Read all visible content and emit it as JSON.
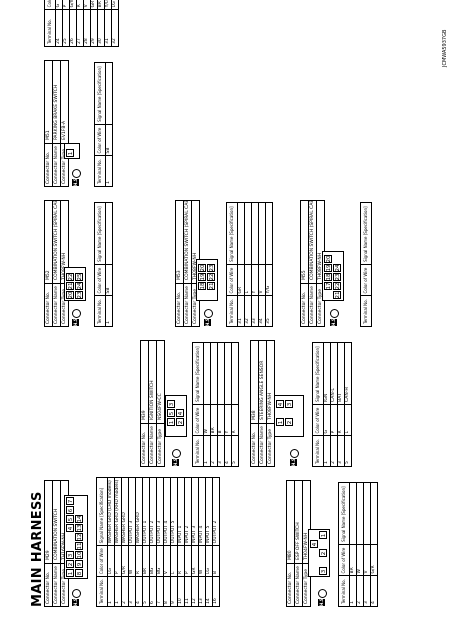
{
  "page": {
    "title": "MAIN HARNESS",
    "figure_id": "JCMWA5937GB",
    "harness_label": "H.S."
  },
  "connectors": [
    {
      "no": "M29",
      "name": "COMBINATION SWITCH",
      "type": "TH16FW-NH",
      "pins_top": [
        "1",
        "2",
        "3",
        "",
        "",
        "4",
        "5",
        "6"
      ],
      "pins_bottom": [
        "7",
        "8",
        "9",
        "10",
        "11",
        "12",
        "13",
        "14"
      ],
      "headers": [
        "Terminal No.",
        "Color of Wire",
        "Signal Name [Specification]"
      ],
      "rows": [
        [
          "1",
          "LG",
          "WASHER GRD (LHD models)"
        ],
        [
          "1",
          "P",
          "WASHER GRD (RHD models)"
        ],
        [
          "2",
          "G/R",
          "WASHER GRD"
        ],
        [
          "3",
          "W",
          "OUTPUT 3"
        ],
        [
          "4",
          "R",
          "WASHER GRD"
        ],
        [
          "5",
          "BR",
          "OUTPUT 1"
        ],
        [
          "6",
          "BG",
          "OUTPUT 2"
        ],
        [
          "7",
          "BG",
          "OUTPUT 3"
        ],
        [
          "8",
          "V",
          "OUTPUT 4"
        ],
        [
          "9",
          "L",
          "OUTPUT 5"
        ],
        [
          "10",
          "R",
          "INPUT 1"
        ],
        [
          "11",
          "P",
          "INPUT 2"
        ],
        [
          "12",
          "GR",
          "INPUT 3"
        ],
        [
          "13",
          "W",
          "INPUT 4"
        ],
        [
          "14",
          "LG",
          "INPUT 5"
        ],
        [
          "16",
          "B",
          "OUTPUT 2"
        ]
      ]
    },
    {
      "no": "M80",
      "name": "ESP OFF SWITCH",
      "type": "TH04FW-NH",
      "pins_top": [
        "",
        "",
        "",
        "4",
        "",
        "3"
      ],
      "pins_bottom": [
        "",
        "2",
        "",
        "1",
        "",
        ""
      ],
      "headers": [
        "Terminal No.",
        "Color of Wire",
        "Signal Name [Specification]"
      ],
      "rows": [
        [
          "1",
          "BR",
          ""
        ],
        [
          "2",
          "W",
          ""
        ],
        [
          "3",
          "V",
          ""
        ],
        [
          "4",
          "G/R",
          ""
        ]
      ]
    },
    {
      "no": "M39",
      "name": "IGNITION SWITCH",
      "type": "NS04FW-CC",
      "pins_top": [
        "",
        "1",
        "5",
        "3"
      ],
      "pins_bottom": [
        "",
        "2",
        "4",
        ""
      ],
      "headers": [
        "Terminal No.",
        "Color of Wire",
        "Signal Name [Specification]"
      ],
      "rows": [
        [
          "1",
          "W",
          ""
        ],
        [
          "2",
          "BR",
          ""
        ],
        [
          "3",
          "B",
          ""
        ],
        [
          "4",
          "Y",
          ""
        ],
        [
          "5",
          "R",
          ""
        ]
      ]
    },
    {
      "no": "M38",
      "name": "STEERING ANGLE SENSOR",
      "type": "TH08FW-NH",
      "pins_top": [
        "",
        "1",
        "",
        "4"
      ],
      "pins_bottom": [
        "",
        "2",
        "",
        "3"
      ],
      "headers": [
        "Terminal No.",
        "Color of Wire",
        "Signal Name [Specification]"
      ],
      "rows": [
        [
          "1",
          "G",
          "IGN"
        ],
        [
          "2",
          "P",
          "CAN-L"
        ],
        [
          "3",
          "R",
          "BAT"
        ],
        [
          "5",
          "L",
          "CAN-H"
        ]
      ]
    },
    {
      "no": "M52",
      "name": "COMBINATION SWITCH (SPIRAL CABLE)",
      "type": "TH08FW-NH",
      "pins_top": [
        "20",
        "21",
        "22"
      ],
      "pins_bottom": [
        "23",
        "24",
        "25"
      ],
      "headers": [
        "Terminal No.",
        "Color of Wire",
        "Signal Name [Specification]"
      ],
      "rows": [
        [
          "1",
          "SB",
          ""
        ]
      ]
    },
    {
      "no": "M53",
      "name": "COMBINATION SWITCH (SPIRAL CABLE)",
      "type": "TH08FW-NH",
      "pins_top": [
        "",
        "18",
        "19",
        "20"
      ],
      "pins_bottom": [
        "",
        "21",
        "22",
        "23"
      ],
      "headers": [
        "Terminal No.",
        "Color of Wire",
        "Signal Name [Specification]"
      ],
      "rows": [
        [
          "31",
          "GR",
          ""
        ],
        [
          "32",
          "L",
          ""
        ],
        [
          "33",
          "Y",
          ""
        ],
        [
          "34",
          "V",
          ""
        ],
        [
          "35",
          "Y/G",
          ""
        ]
      ]
    },
    {
      "no": "M55",
      "name": "COMBINATION SWITCH (SPIRAL CABLE)",
      "type": "TH08FW-NH",
      "pins_top": [
        "",
        "17",
        "18",
        "19",
        "20"
      ],
      "pins_bottom": [
        "21",
        "22",
        "23",
        "24",
        ""
      ],
      "headers": [
        "Terminal No.",
        "Color of Wire",
        "Signal Name [Specification]"
      ],
      "rows": []
    },
    {
      "no": "M51",
      "name": "PARKING BRAKE SWITCH",
      "type": "EV1FB-A",
      "pins_top": [
        "1"
      ],
      "pins_bottom": [],
      "headers": [
        "Terminal No.",
        "Color of Wire",
        "Signal Name [Specification]"
      ],
      "rows": [
        [
          "1",
          "SB",
          ""
        ]
      ]
    }
  ],
  "right_table": {
    "headers": [
      "Terminal No.",
      "Color of Wire",
      "Signal Name [Specification]"
    ],
    "rows": [
      [
        "24",
        "G",
        ""
      ],
      [
        "25",
        "P",
        ""
      ],
      [
        "26",
        "G/W",
        ""
      ],
      [
        "27",
        "R",
        ""
      ],
      [
        "28",
        "V",
        ""
      ],
      [
        "29",
        "GR",
        ""
      ],
      [
        "30",
        "BR",
        "[With AVM]"
      ],
      [
        "31",
        "Y/LG",
        "[Without AVM]"
      ],
      [
        "32",
        "LG",
        ""
      ]
    ]
  }
}
